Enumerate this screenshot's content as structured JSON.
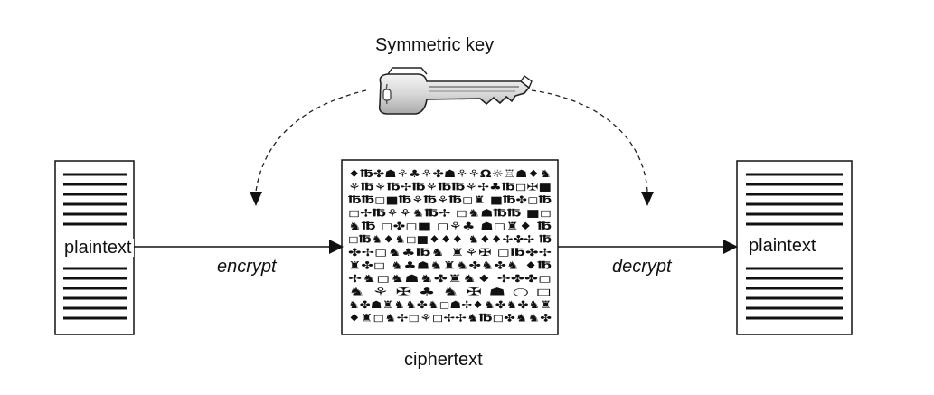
{
  "key": {
    "label": "Symmetric key"
  },
  "left_document": {
    "label": "plaintext"
  },
  "right_document": {
    "label": "plaintext"
  },
  "cipher_document": {
    "label": "ciphertext",
    "glyph_rows": [
      "♦℔✤☗⚘♣⚘✤☗⚘⚘Ω☼♖☗♦♞",
      "⚘℔⚘℔✢℔⚘℔℔⚘✢♣℔◻✠■",
      "℔℔◻■℔⚘℔⚘℔◻♜  ■℔✤◻℔",
      "◻✢℔⚘⚘♞℔✢ ◻♞☗℔℔  ■◻",
      "♞℔  ◻✤◻■  ◻⚘♣  ☗◻♜♦  ℔",
      "◻℔♞♦♞◻■♦♦♦  ♞♦♦✢✤✢  ℔",
      "✤✢◻♞♣℔♞  ♜⚘✠  ◻℔✤✢",
      "♜✤◻  ♞♣☗♞♜♞✤♞✤♞  ♦℔",
      "✢♞◻♞☗♞✤♜♞♦  ✢✤✤◻",
      "♞  ⚘  ✠  ♣  ♞  ✠  ☗  ○  ◻",
      "♞✤☗♜♞♞✤♞◻☗✢♦♞✤♞✤♞♜",
      "♦♜◻♞✢◻⚘◻✢✢♞℔◻✤♞♞✤"
    ]
  },
  "arrows": {
    "encrypt_label": "encrypt",
    "decrypt_label": "decrypt"
  }
}
